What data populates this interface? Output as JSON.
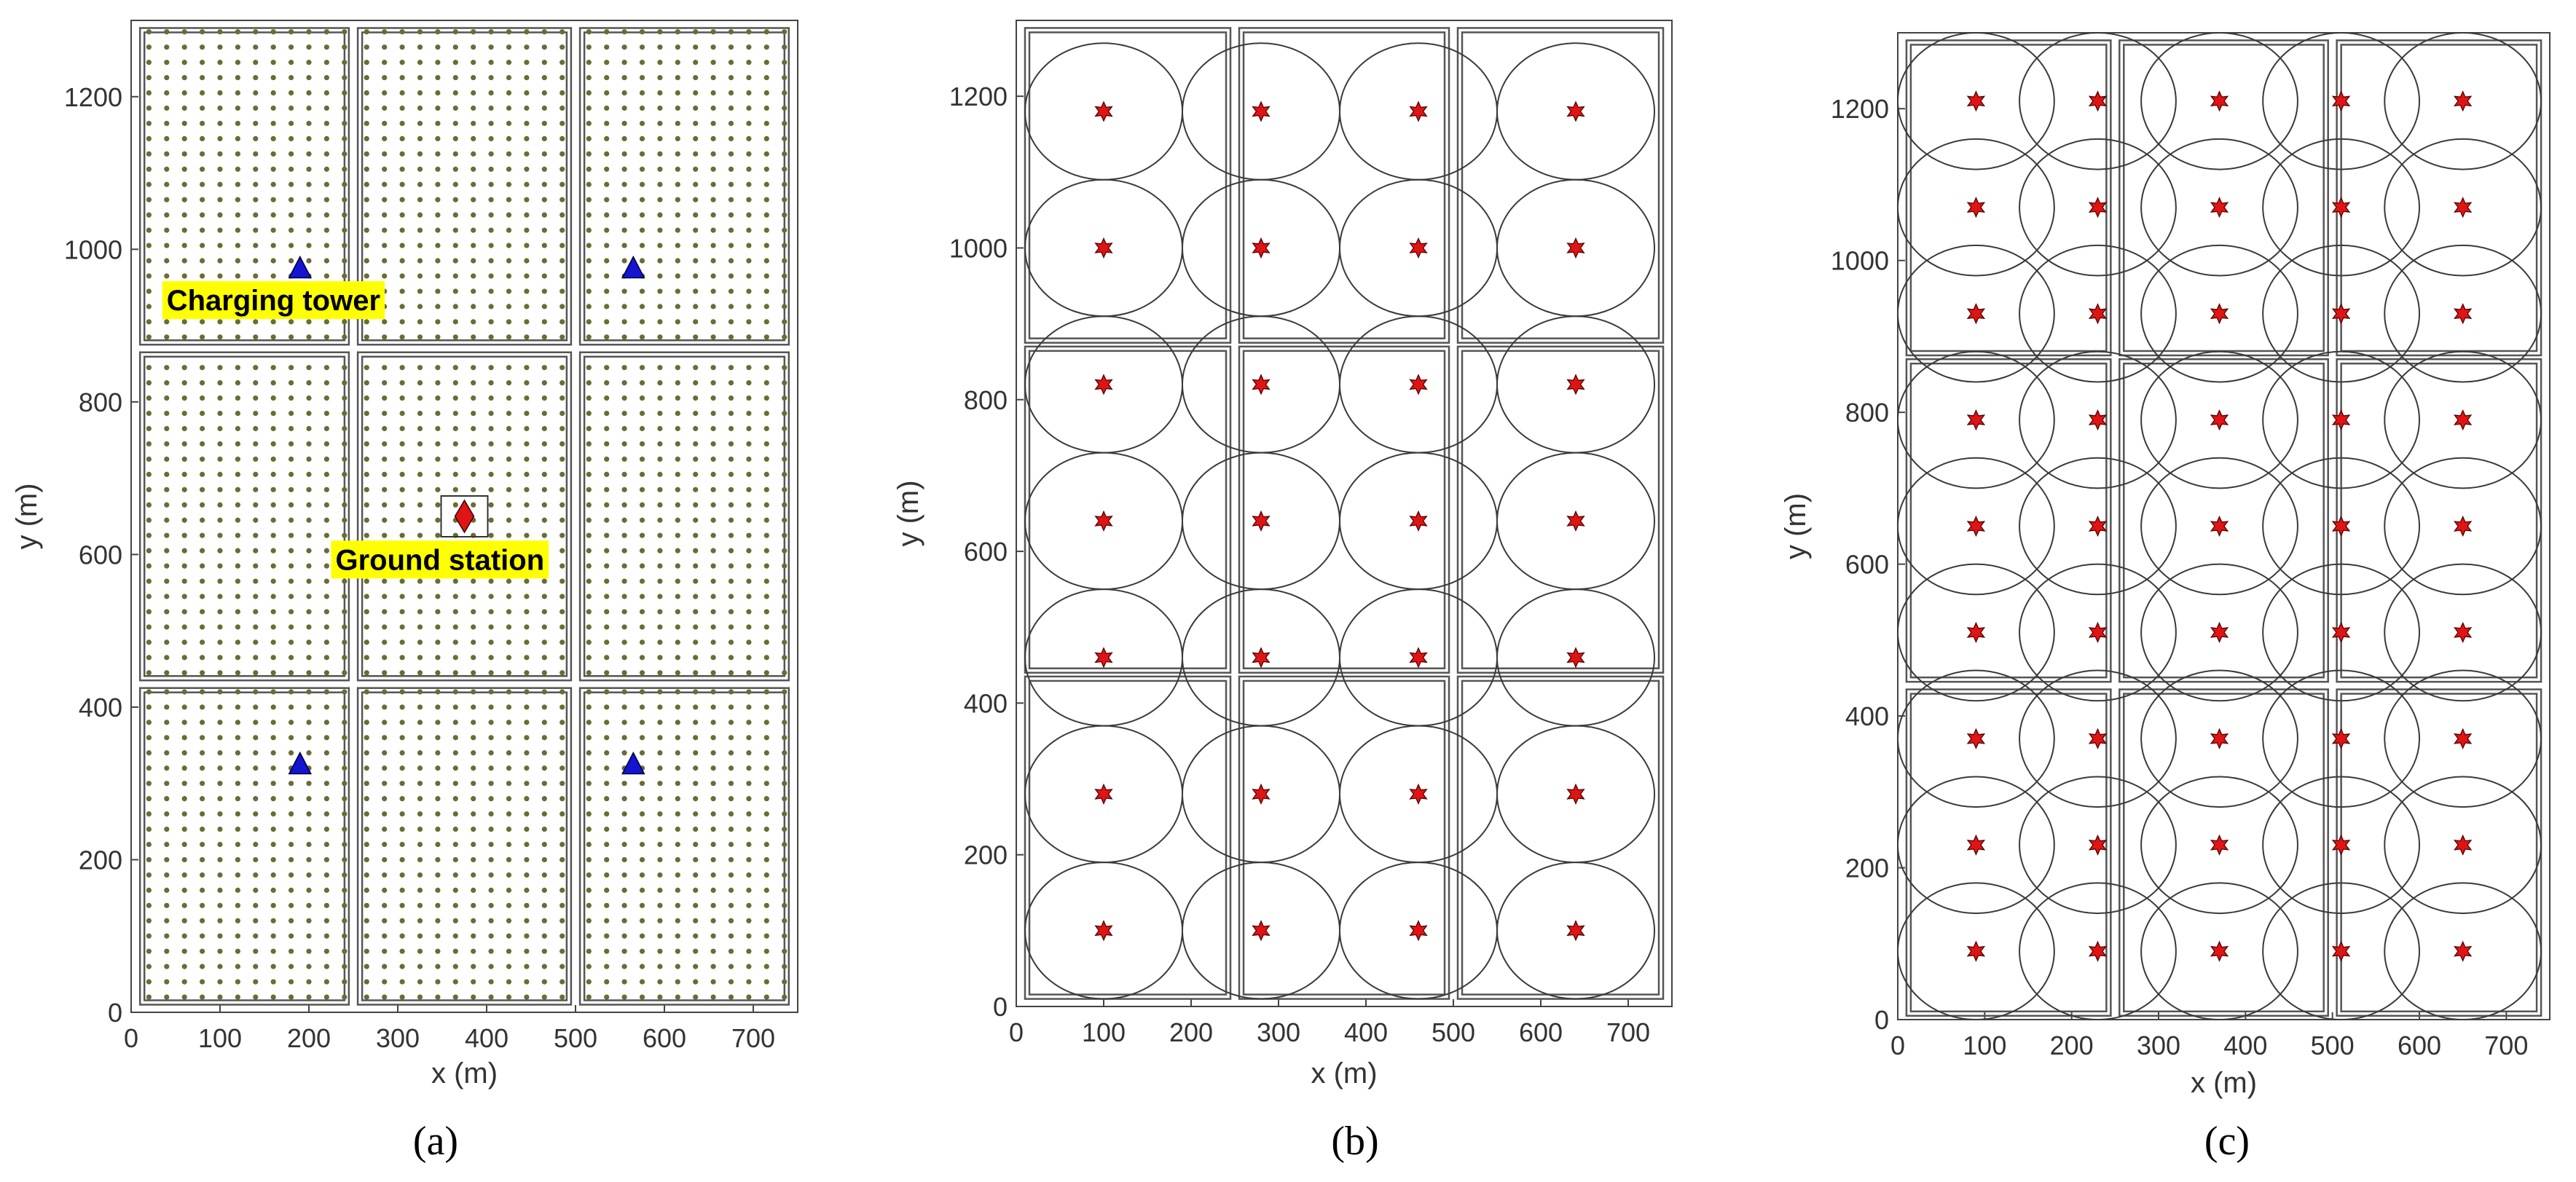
{
  "chart_data": [
    {
      "panel": "(a)",
      "type": "scatter",
      "xlabel": "x (m)",
      "ylabel": "y (m)",
      "xlim": [
        0,
        750
      ],
      "ylim": [
        0,
        1300
      ],
      "xticks": [
        0,
        100,
        200,
        300,
        400,
        500,
        600,
        700
      ],
      "yticks": [
        0,
        200,
        400,
        600,
        800,
        1000,
        1200
      ],
      "fields": [
        {
          "x0": 10,
          "x1": 245,
          "y0": 10,
          "y1": 425
        },
        {
          "x0": 255,
          "x1": 495,
          "y0": 10,
          "y1": 425
        },
        {
          "x0": 505,
          "x1": 740,
          "y0": 10,
          "y1": 425
        },
        {
          "x0": 10,
          "x1": 245,
          "y0": 435,
          "y1": 865
        },
        {
          "x0": 255,
          "x1": 495,
          "y0": 435,
          "y1": 865
        },
        {
          "x0": 505,
          "x1": 740,
          "y0": 435,
          "y1": 865
        },
        {
          "x0": 10,
          "x1": 245,
          "y0": 875,
          "y1": 1290
        },
        {
          "x0": 255,
          "x1": 495,
          "y0": 875,
          "y1": 1290
        },
        {
          "x0": 505,
          "x1": 740,
          "y0": 875,
          "y1": 1290
        }
      ],
      "sensor_grid_spacing": 20,
      "charging_towers": [
        {
          "x": 190,
          "y": 325
        },
        {
          "x": 565,
          "y": 325
        },
        {
          "x": 190,
          "y": 975
        },
        {
          "x": 565,
          "y": 975
        }
      ],
      "ground_station": {
        "x": 375,
        "y": 650
      },
      "annotations": [
        {
          "text": "Charging tower",
          "x": 35,
          "y": 920
        },
        {
          "text": "Ground station",
          "x": 225,
          "y": 580
        }
      ]
    },
    {
      "panel": "(b)",
      "type": "scatter",
      "xlabel": "x (m)",
      "ylabel": "y (m)",
      "xlim": [
        0,
        750
      ],
      "ylim": [
        0,
        1300
      ],
      "xticks": [
        0,
        100,
        200,
        300,
        400,
        500,
        600,
        700
      ],
      "yticks": [
        0,
        200,
        400,
        600,
        800,
        1000,
        1200
      ],
      "fields": [
        {
          "x0": 10,
          "x1": 245,
          "y0": 10,
          "y1": 435
        },
        {
          "x0": 255,
          "x1": 495,
          "y0": 10,
          "y1": 435
        },
        {
          "x0": 505,
          "x1": 740,
          "y0": 10,
          "y1": 435
        },
        {
          "x0": 10,
          "x1": 245,
          "y0": 440,
          "y1": 870
        },
        {
          "x0": 255,
          "x1": 495,
          "y0": 440,
          "y1": 870
        },
        {
          "x0": 505,
          "x1": 740,
          "y0": 440,
          "y1": 870
        },
        {
          "x0": 10,
          "x1": 245,
          "y0": 875,
          "y1": 1290
        },
        {
          "x0": 255,
          "x1": 495,
          "y0": 875,
          "y1": 1290
        },
        {
          "x0": 505,
          "x1": 740,
          "y0": 875,
          "y1": 1290
        }
      ],
      "hover_x": [
        100,
        280,
        460,
        640
      ],
      "hover_y": [
        100,
        280,
        460,
        640,
        820,
        1000,
        1180
      ],
      "coverage_radius": 90
    },
    {
      "panel": "(c)",
      "type": "scatter",
      "xlabel": "x (m)",
      "ylabel": "y (m)",
      "xlim": [
        0,
        750
      ],
      "ylim": [
        0,
        1300
      ],
      "xticks": [
        0,
        100,
        200,
        300,
        400,
        500,
        600,
        700
      ],
      "yticks": [
        0,
        200,
        400,
        600,
        800,
        1000,
        1200
      ],
      "fields": [
        {
          "x0": 10,
          "x1": 245,
          "y0": 5,
          "y1": 435
        },
        {
          "x0": 255,
          "x1": 495,
          "y0": 5,
          "y1": 435
        },
        {
          "x0": 505,
          "x1": 740,
          "y0": 5,
          "y1": 435
        },
        {
          "x0": 10,
          "x1": 245,
          "y0": 445,
          "y1": 870
        },
        {
          "x0": 255,
          "x1": 495,
          "y0": 445,
          "y1": 870
        },
        {
          "x0": 505,
          "x1": 740,
          "y0": 445,
          "y1": 870
        },
        {
          "x0": 10,
          "x1": 245,
          "y0": 875,
          "y1": 1290
        },
        {
          "x0": 255,
          "x1": 495,
          "y0": 875,
          "y1": 1290
        },
        {
          "x0": 505,
          "x1": 740,
          "y0": 875,
          "y1": 1290
        }
      ],
      "hover_x": [
        90,
        230,
        370,
        510,
        650
      ],
      "hover_y": [
        90,
        230,
        370,
        510,
        650,
        790,
        930,
        1070,
        1210
      ],
      "coverage_radius": 90
    }
  ],
  "colors": {
    "sensor": "#6b6b35",
    "tower": "#1414d2",
    "station": "#e01414",
    "hover": "#e01414",
    "highlight": "#ffff00",
    "frame": "#555555"
  }
}
